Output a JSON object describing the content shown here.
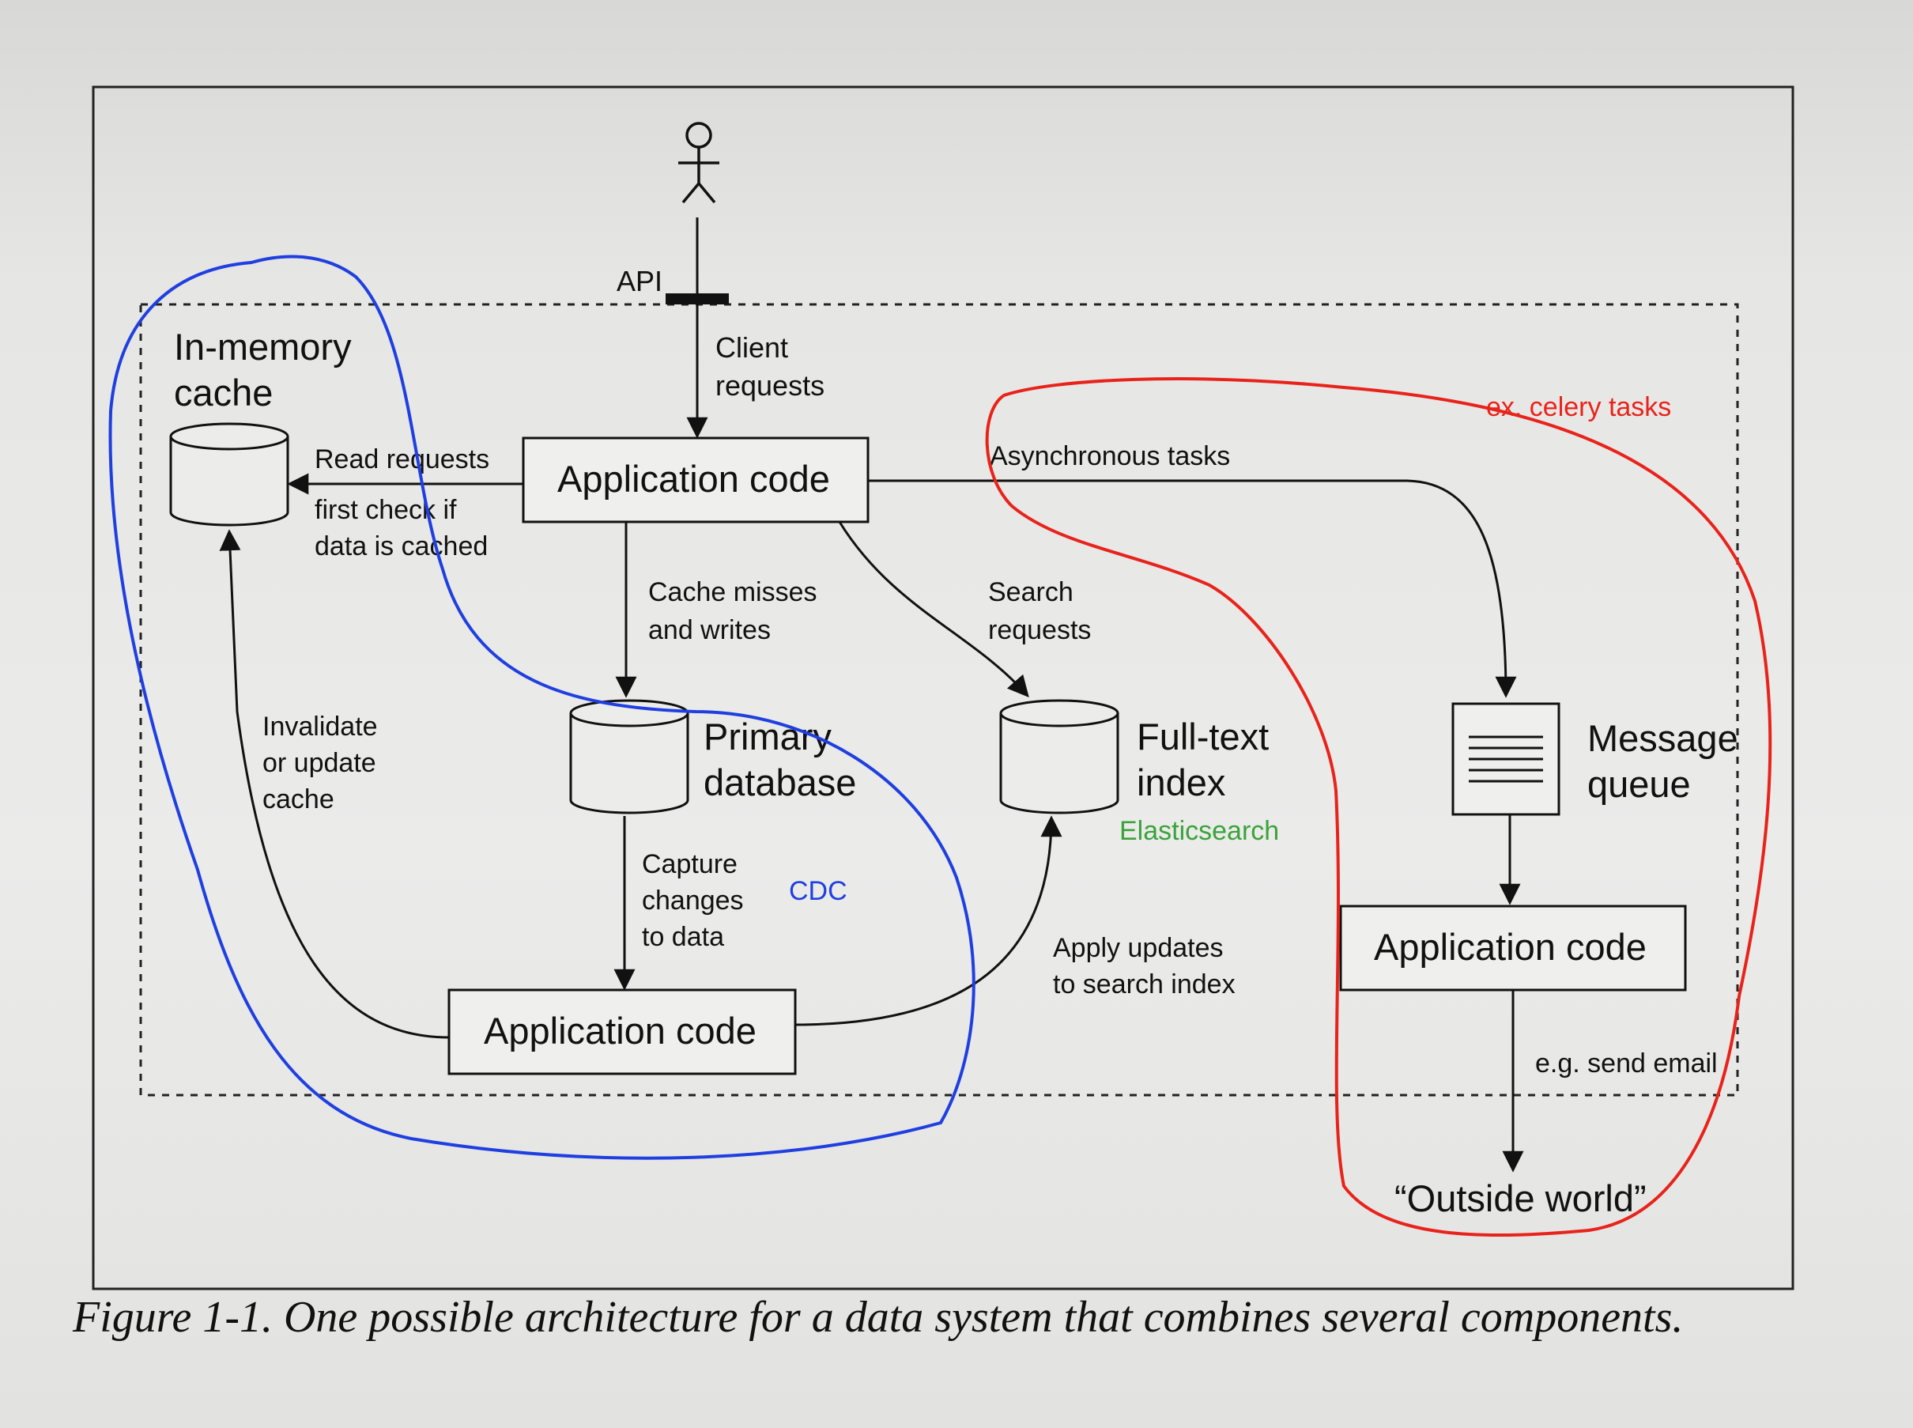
{
  "actor": {
    "api_label": "API",
    "flow_label": [
      "Client",
      "requests"
    ]
  },
  "nodes": {
    "cache": {
      "label": [
        "In-memory",
        "cache"
      ]
    },
    "app_main": {
      "label": "Application code"
    },
    "primary_db": {
      "label": [
        "Primary",
        "database"
      ]
    },
    "fulltext": {
      "label": [
        "Full-text",
        "index"
      ]
    },
    "queue": {
      "label": [
        "Message",
        "queue"
      ]
    },
    "app_bottom": {
      "label": "Application code"
    },
    "app_right": {
      "label": "Application code"
    },
    "outside": {
      "label": "“Outside world”"
    }
  },
  "edges": {
    "read_requests": [
      "Read requests",
      "first check if",
      "data is cached"
    ],
    "cache_misses": [
      "Cache misses",
      "and writes"
    ],
    "search_requests": [
      "Search",
      "requests"
    ],
    "async_tasks": "Asynchronous tasks",
    "invalidate": [
      "Invalidate",
      "or update",
      "cache"
    ],
    "capture": [
      "Capture",
      "changes",
      "to data"
    ],
    "apply_updates": [
      "Apply updates",
      "to search index"
    ],
    "send_email": "e.g. send email"
  },
  "annotations": {
    "celery": "ex. celery tasks",
    "cdc": "CDC",
    "elasticsearch": "Elasticsearch",
    "colors": {
      "blue": "#1f3fe0",
      "red": "#e8231b",
      "green": "#3aa33a"
    }
  },
  "caption": "Figure 1-1. One possible architecture for a data system that combines several components."
}
